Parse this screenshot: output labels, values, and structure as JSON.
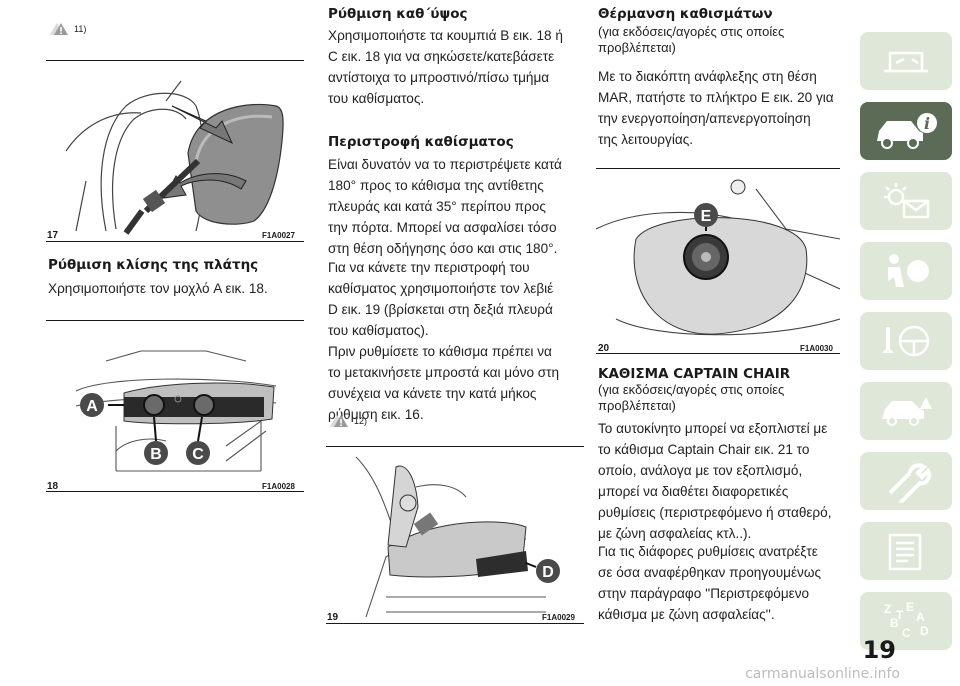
{
  "col1": {
    "warning_11": "11)",
    "fig17": {
      "number": "17",
      "code": "F1A0027"
    },
    "heading_backrest": "Ρύθμιση κλίσης της πλάτης",
    "text_backrest": "Χρησιμοποιήστε τον μοχλό A εικ. 18.",
    "fig18": {
      "number": "18",
      "code": "F1A0028",
      "label_a": "A",
      "label_b": "B",
      "label_c": "C"
    }
  },
  "col2": {
    "heading_height": "Ρύθμιση καθ΄ύψος",
    "text_height": [
      "Χρησιμοποιήστε τα κουμπιά B εικ. 18 ή",
      "C εικ. 18 για να σηκώσετε/κατεβάσετε",
      "αντίστοιχα το μπροστινό/πίσω τμήμα",
      "του καθίσματος."
    ],
    "heading_rotation": "Περιστροφή καθίσματος",
    "text_rotation_1": [
      "Είναι δυνατόν να το περιστρέψετε κατά",
      "180° προς το κάθισμα της αντίθετης",
      "πλευράς και κατά 35° περίπου προς",
      "την πόρτα. Μπορεί να ασφαλίσει τόσο",
      "στη θέση οδήγησης όσο και στις 180°."
    ],
    "text_rotation_2": [
      "Για να κάνετε την περιστροφή του",
      "καθίσματος χρησιμοποιήστε τον λεβιέ",
      "D εικ. 19 (βρίσκεται στη δεξιά πλευρά",
      "του καθίσματος)."
    ],
    "text_rotation_3": [
      "Πριν ρυθμίσετε το κάθισμα πρέπει να",
      "το μετακινήσετε μπροστά και μόνο στη",
      "συνέχεια να κάνετε την κατά μήκος",
      "ρύθμιση εικ. 16."
    ],
    "warning_12": "12)",
    "fig19": {
      "number": "19",
      "code": "F1A0029",
      "label_d": "D"
    }
  },
  "col3": {
    "heading_heating": "Θέρμανση καθισμάτων",
    "sub_heating": [
      "(για εκδόσεις/αγορές στις οποίες",
      "προβλέπεται)"
    ],
    "text_heating": [
      "Με το διακόπτη ανάφλεξης στη θέση",
      "MAR, πατήστε το πλήκτρο E εικ. 20 για",
      "την ενεργοποίηση/απενεργοποίηση",
      "της λειτουργίας."
    ],
    "fig20": {
      "number": "20",
      "code": "F1A0030",
      "label_e": "E"
    },
    "heading_captain": "ΚΑΘΙΣΜΑ CAPTAIN CHAIR",
    "sub_captain": [
      "(για εκδόσεις/αγορές στις οποίες",
      "προβλέπεται)"
    ],
    "text_captain_1": [
      "Το αυτοκίνητο μπορεί να εξοπλιστεί με",
      "το κάθισμα Captain Chair εικ. 21 το",
      "οποίο, ανάλογα με τον εξοπλισμό,",
      "μπορεί να διαθέτει διαφορετικές",
      "ρυθμίσεις (περιστρεφόμενο ή σταθερό,",
      "με ζώνη ασφαλείας κτλ..)."
    ],
    "text_captain_2": [
      "Για τις διάφορες ρυθμίσεις ανατρέξτε",
      "σε όσα αναφέρθηκαν προηγουμένως",
      "στην παράγραφο ''Περιστρεφόμενο",
      "κάθισμα με ζώνη ασφαλείας''."
    ]
  },
  "sidebar": {
    "tabs": [
      "dashboard-icon",
      "car-info-icon",
      "warning-lights-icon",
      "airbag-icon",
      "steering-wheel-icon",
      "car-breakdown-icon",
      "wrench-icon",
      "technical-data-icon",
      "alphabetical-index-icon"
    ],
    "active_index": 1,
    "colors": {
      "tab": "#dfe7d8",
      "active": "#5b6b55",
      "icon": "#ffffff"
    }
  },
  "page_number": "19",
  "watermark": "carmanualsonline.info"
}
